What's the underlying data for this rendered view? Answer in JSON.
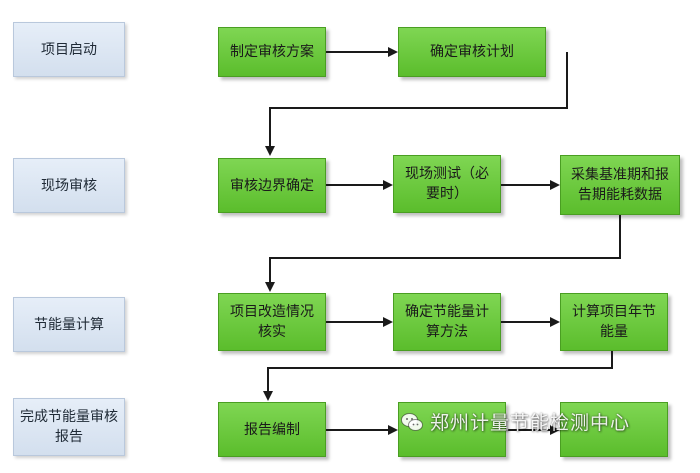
{
  "phases": [
    {
      "label": "项目启动"
    },
    {
      "label": "现场审核"
    },
    {
      "label": "节能量计算"
    },
    {
      "label": "完成节能量审核报告"
    }
  ],
  "steps": {
    "row1": [
      "制定审核方案",
      "确定审核计划"
    ],
    "row2": [
      "审核边界确定",
      "现场测试（必要时）",
      "采集基准期和报告期能耗数据"
    ],
    "row3": [
      "项目改造情况核实",
      "确定节能量计算方法",
      "计算项目年节能量"
    ],
    "row4": [
      "报告编制",
      "",
      ""
    ]
  },
  "watermark": {
    "text": "郑州计量节能检测中心",
    "icon": "wechat-icon"
  },
  "colors": {
    "step_green": "#6ccb3e",
    "phase_blue": "#dbe5f1",
    "arrow": "#1a1a1a"
  }
}
